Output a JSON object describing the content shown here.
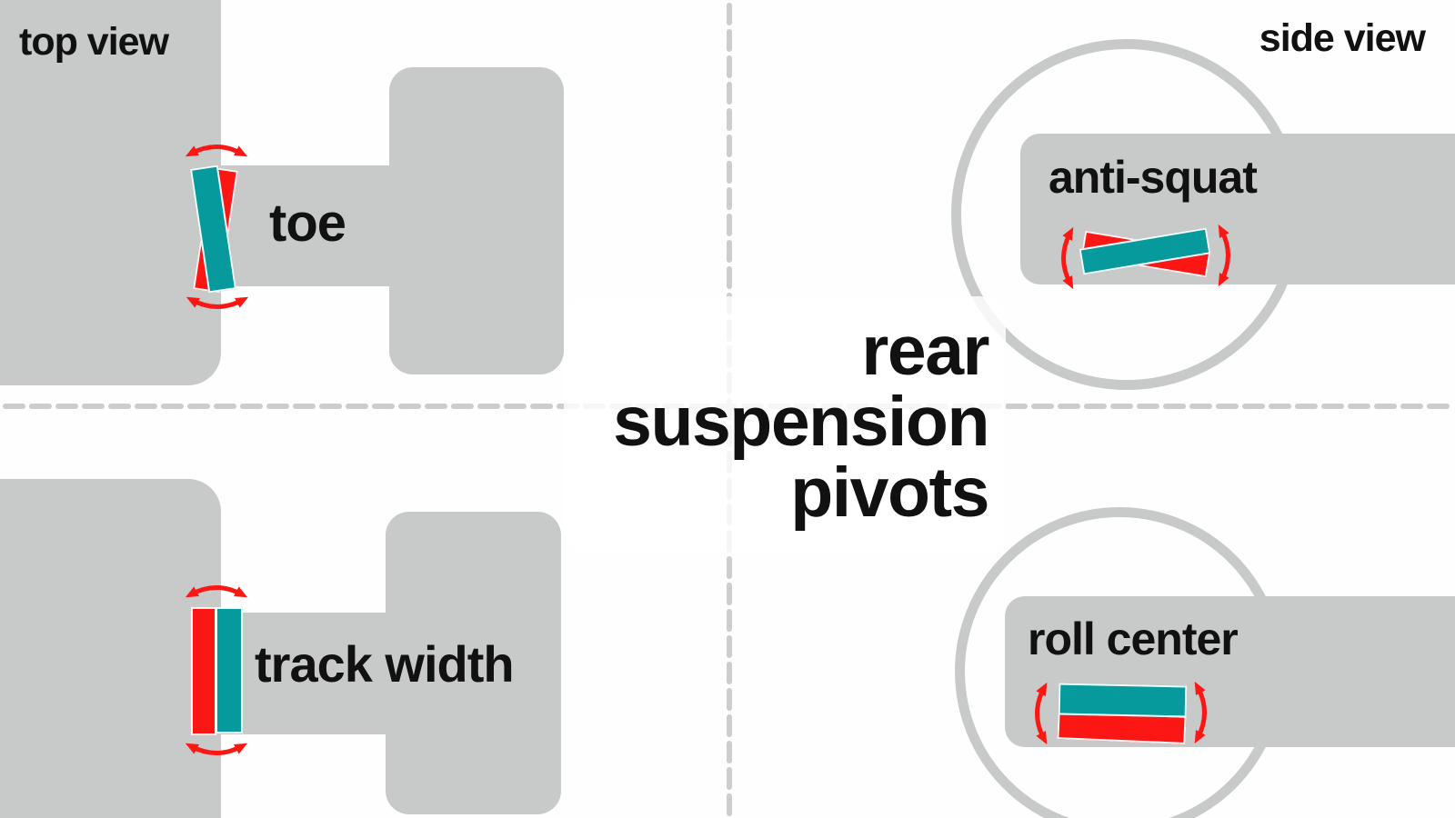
{
  "colors": {
    "gray": "#c7cac9",
    "teal": "#079a9d",
    "red": "#fc1715",
    "ink": "#111111",
    "dash": "#cbcecd",
    "panel": "rgba(255,255,255,0.82)"
  },
  "views": {
    "top_left": "top view",
    "top_right": "side view"
  },
  "quadrants": {
    "toe": {
      "label": "toe"
    },
    "track_width": {
      "label": "track width"
    },
    "anti_squat": {
      "label": "anti-squat"
    },
    "roll_center": {
      "label": "roll center"
    }
  },
  "title": {
    "line1": "rear",
    "line2": "suspension",
    "line3": "pivots"
  },
  "icons": {
    "pivot_arrow": "curved-double-headed-arrow"
  }
}
